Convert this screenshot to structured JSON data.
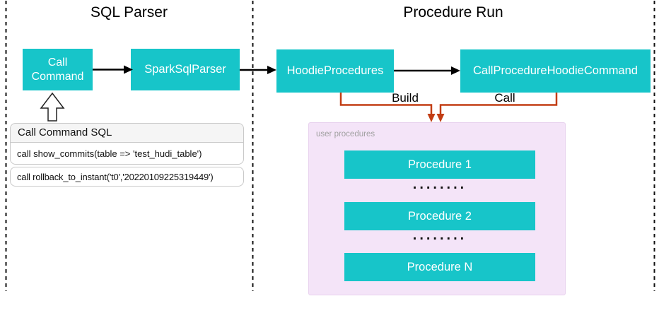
{
  "colors": {
    "teal": "#17c5c9",
    "orange": "#c23d14",
    "pink-bg": "#f4e4f8",
    "pink-border": "#e8d2ee",
    "table-header-bg": "#f5f5f5",
    "table-border": "#c9c9c9",
    "label-gray": "#a0a0a0",
    "ink": "#111111"
  },
  "sections": {
    "sql_parser_title": "SQL Parser",
    "procedure_run_title": "Procedure Run"
  },
  "sql_parser": {
    "call_command": "Call Command",
    "spark_sql_parser": "SparkSqlParser",
    "sql_table": {
      "header": "Call Command SQL",
      "rows": [
        "call show_commits(table => 'test_hudi_table')",
        "call rollback_to_instant('t0','20220109225319449')"
      ]
    }
  },
  "procedure_run": {
    "hoodie_procedures": "HoodieProcedures",
    "call_procedure_hoodie_command": "CallProcedureHoodieCommand",
    "build_label": "Build",
    "call_label": "Call",
    "user_procedures": {
      "label": "user procedures",
      "items": [
        "Procedure 1",
        "Procedure 2",
        "Procedure N"
      ],
      "dots": "........"
    }
  }
}
